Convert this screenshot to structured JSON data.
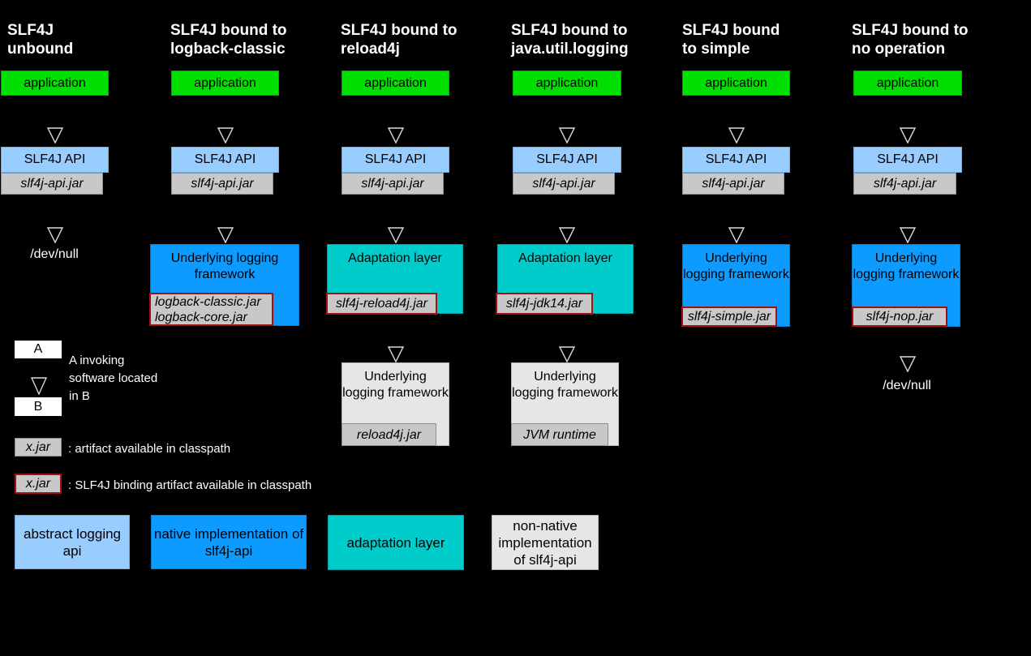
{
  "colors": {
    "background": "#000000",
    "application_green": "#00DF00",
    "abstract_api_lightblue": "#99CCFF",
    "native_impl_blue": "#0D9BFF",
    "adaptation_teal": "#00CCCC",
    "nonnative_impl_gray": "#E6E6E6",
    "jar_gray": "#C8C8C8",
    "binding_border_red": "#A01212"
  },
  "columns": [
    {
      "header1": "SLF4J",
      "header2": "unbound",
      "application": "application",
      "api": "SLF4J API",
      "api_jar": "slf4j-api.jar",
      "devnull": "/dev/null"
    },
    {
      "header1": "SLF4J bound to",
      "header2": "logback-classic",
      "application": "application",
      "api": "SLF4J API",
      "api_jar": "slf4j-api.jar",
      "framework_label": "Underlying logging framework",
      "framework_jar1": "logback-classic.jar",
      "framework_jar2": "logback-core.jar"
    },
    {
      "header1": "SLF4J bound to",
      "header2": "reload4j",
      "application": "application",
      "api": "SLF4J API",
      "api_jar": "slf4j-api.jar",
      "adaptation_label": "Adaptation layer",
      "adaptation_jar": "slf4j-reload4j.jar",
      "framework_label": "Underlying logging framework",
      "framework_jar": "reload4j.jar"
    },
    {
      "header1": "SLF4J bound to",
      "header2": "java.util.logging",
      "application": "application",
      "api": "SLF4J API",
      "api_jar": "slf4j-api.jar",
      "adaptation_label": "Adaptation layer",
      "adaptation_jar": "slf4j-jdk14.jar",
      "framework_label": "Underlying logging framework",
      "framework_jar": "JVM runtime"
    },
    {
      "header1": "SLF4J bound",
      "header2": "to simple",
      "application": "application",
      "api": "SLF4J API",
      "api_jar": "slf4j-api.jar",
      "framework_label": "Underlying logging framework",
      "framework_jar": "slf4j-simple.jar"
    },
    {
      "header1": "SLF4J bound to",
      "header2": "no operation",
      "application": "application",
      "api": "SLF4J API",
      "api_jar": "slf4j-api.jar",
      "framework_label": "Underlying logging framework",
      "framework_jar": "slf4j-nop.jar",
      "devnull": "/dev/null"
    }
  ],
  "legend": {
    "a_label": "A",
    "b_label": "B",
    "invoke_caption_line1": "A invoking",
    "invoke_caption_line2": "software located",
    "invoke_caption_line3": "in B",
    "jar_sample1": "x.jar",
    "jar_sample2": "x.jar",
    "artifact_caption": ": artifact available in classpath",
    "binding_caption": ": SLF4J binding artifact available in classpath",
    "color_key": [
      {
        "label": "abstract logging api"
      },
      {
        "label": "native implementation of slf4j-api"
      },
      {
        "label": "adaptation layer"
      },
      {
        "label": "non-native implementation of slf4j-api"
      }
    ]
  }
}
